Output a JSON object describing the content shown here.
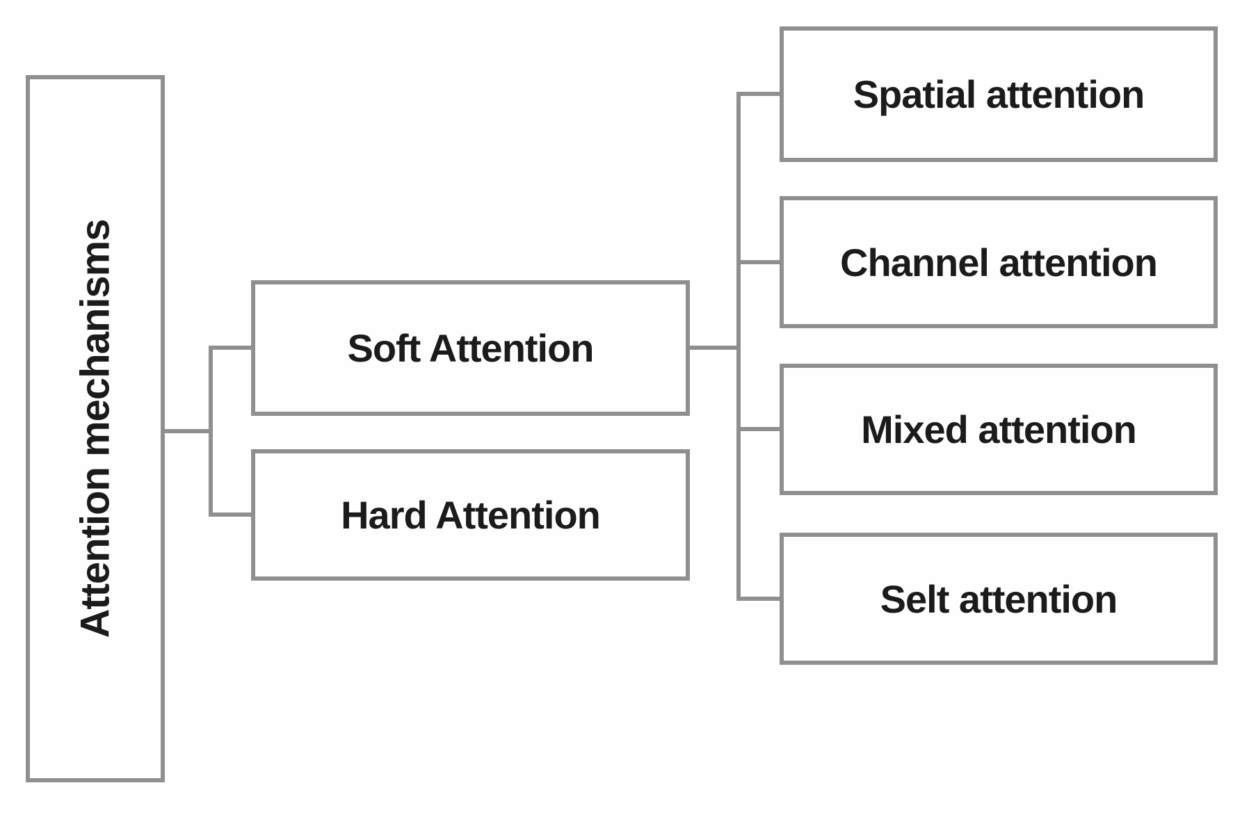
{
  "diagram": {
    "title_node": {
      "label": "Attention mechanisms"
    },
    "level1": [
      {
        "id": "soft",
        "label": "Soft Attention"
      },
      {
        "id": "hard",
        "label": "Hard Attention"
      }
    ],
    "level2": [
      {
        "id": "spatial",
        "label": "Spatial attention"
      },
      {
        "id": "channel",
        "label": "Channel attention"
      },
      {
        "id": "mixed",
        "label": "Mixed attention"
      },
      {
        "id": "selt",
        "label": "Selt attention"
      }
    ],
    "colors": {
      "border": "#8f8f8f",
      "connector": "#8f8f8f",
      "text": "#1b1b1b",
      "background": "#ffffff"
    }
  }
}
